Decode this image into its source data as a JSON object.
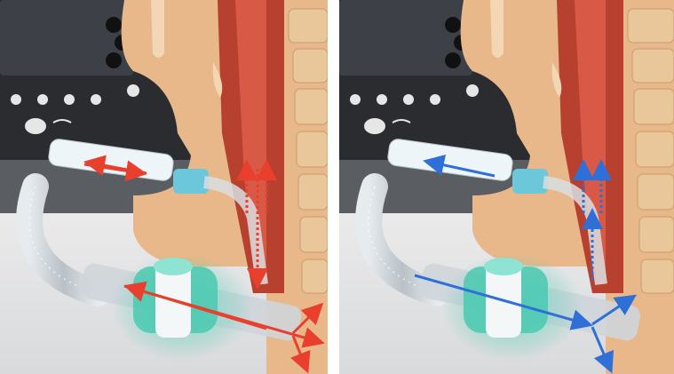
{
  "figure": {
    "panels": [
      {
        "id": "left",
        "arrow_color": "#e8402d",
        "flow_description_icon": "red-flow-arrows"
      },
      {
        "id": "right",
        "arrow_color": "#2f6fd8",
        "flow_description_icon": "blue-flow-arrows"
      }
    ],
    "colors": {
      "background": "#ffffff",
      "ventilator_body": "#2a2c30",
      "ventilator_screen": "#3d4147",
      "skin": "#e8b88a",
      "trachea": "#b7402f",
      "vertebrae": "#e9c79a",
      "filter": "#4ac9b0",
      "tubing": "#c9d0d6"
    }
  }
}
